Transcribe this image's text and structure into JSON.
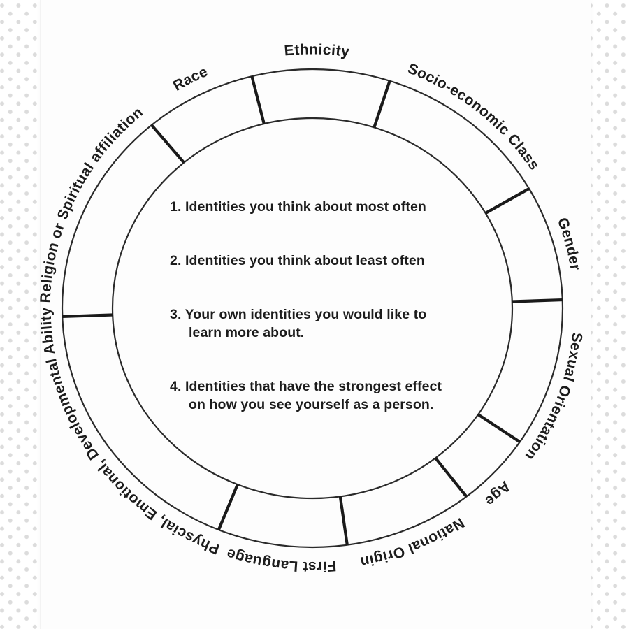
{
  "background": {
    "dot_color": "#dcdcdc",
    "panel_color": "#fdfdfd"
  },
  "wheel": {
    "colors": {
      "ring_line": "#2a2a2a",
      "divider_line": "#1a1a1a",
      "label_text": "#1c1c1c"
    },
    "segments": [
      {
        "label": "Ethnicity",
        "angle": 1
      },
      {
        "label": "Socio-economic Class",
        "angle": 40
      },
      {
        "label": "Gender",
        "angle": 76
      },
      {
        "label": "Sexual Orientation",
        "angle": 110
      },
      {
        "label": "Age",
        "angle": 135
      },
      {
        "label": "National Origin",
        "angle": 157
      },
      {
        "label": "First Language",
        "angle": 187
      },
      {
        "label": "Physcial, Emotional, Developmental Ability",
        "angle": 236
      },
      {
        "label": "Religion or Spiritual affiliation",
        "angle": 295
      },
      {
        "label": "Race",
        "angle": 332
      }
    ],
    "divider_angles": [
      346,
      18,
      60,
      88,
      124,
      142,
      172,
      202,
      268,
      320
    ],
    "prompts": [
      {
        "lines": [
          "1. Identities you think about most often"
        ]
      },
      {
        "lines": [
          "2. Identities you think about least often"
        ]
      },
      {
        "lines": [
          "3. Your own identities you would like to",
          "learn more about."
        ]
      },
      {
        "lines": [
          "4. Identities that have the strongest effect",
          "on how you see yourself as a person."
        ]
      }
    ]
  }
}
